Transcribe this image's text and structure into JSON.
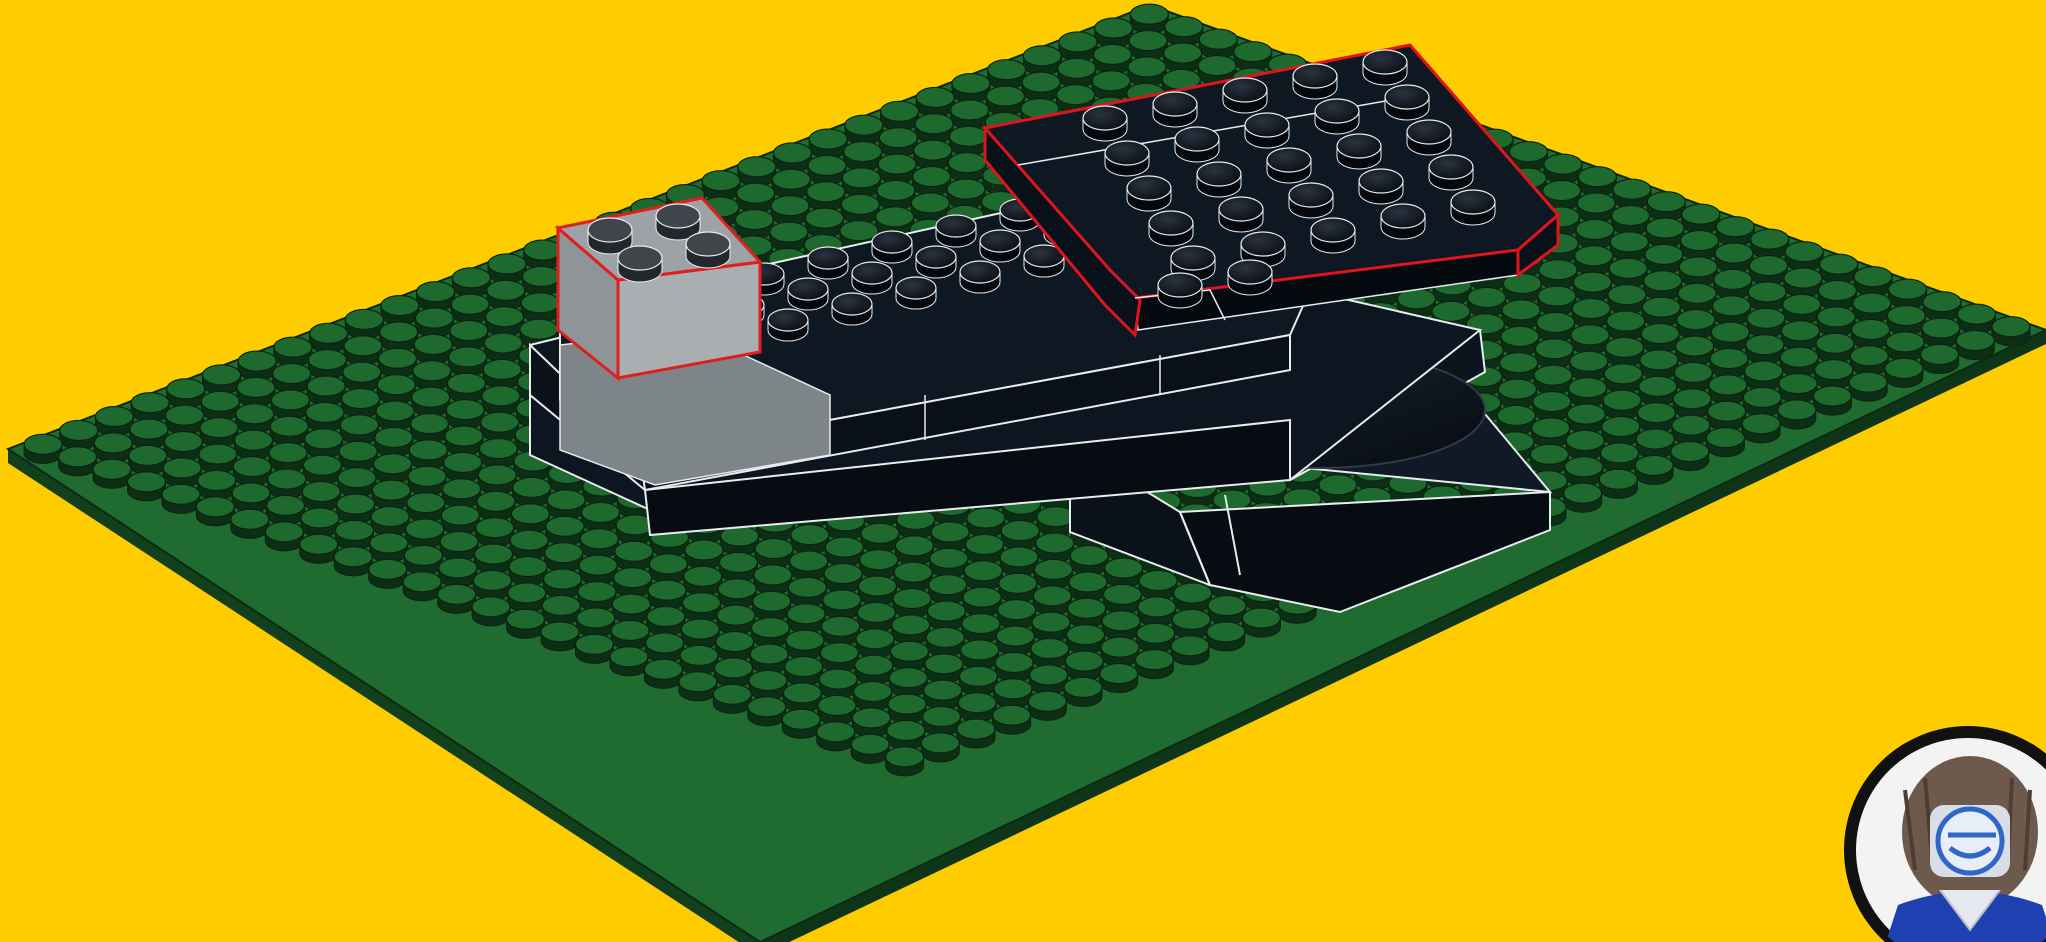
{
  "scene": {
    "background_color": "#FFCC00",
    "baseplate_color": "#1F6B30",
    "baseplate_stud_color": "#1E6A2E",
    "black_brick_color": "#0D1620",
    "grey_brick_color": "#A0A5A9",
    "highlight_outline_color": "#E0141E",
    "edge_line_color": "#E8ECEF"
  },
  "build_parts": [
    {
      "name": "baseplate"
    },
    {
      "name": "dark-stand-base"
    },
    {
      "name": "turntable"
    },
    {
      "name": "long-black-plates"
    },
    {
      "name": "grey-2x2-brick",
      "highlighted": true
    },
    {
      "name": "black-plate-assembly",
      "highlighted": true
    }
  ],
  "avatar": {
    "icon": "minifigure-avatar-icon",
    "ring_color": "#111111",
    "face_color": "#CFD6E0",
    "hair_color": "#6E5A4C",
    "torso_color": "#1E40B0"
  }
}
